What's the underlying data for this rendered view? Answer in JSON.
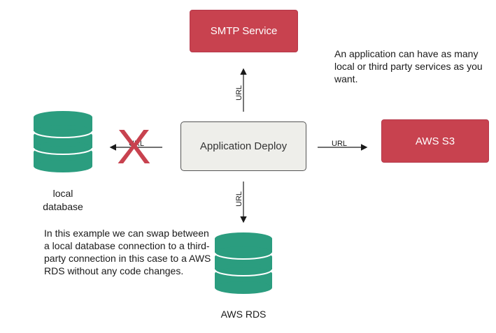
{
  "nodes": {
    "smtp": "SMTP Service",
    "s3": "AWS S3",
    "app": "Application Deploy",
    "local_db": "local\ndatabase",
    "rds": "AWS RDS"
  },
  "edges": {
    "to_smtp": "URL",
    "to_s3": "URL",
    "to_rds": "URL",
    "to_local": "URL"
  },
  "blocked_mark": "X",
  "notes": {
    "top": "An application can have as many local or third party services as you want.",
    "bottom": "In this example we can swap between a local database connection to a third-party connection in this case to a AWS RDS without any code changes."
  },
  "colors": {
    "service_red": "#c8424f",
    "database_teal": "#2b9d7f",
    "center_fill": "#eeeeea"
  }
}
